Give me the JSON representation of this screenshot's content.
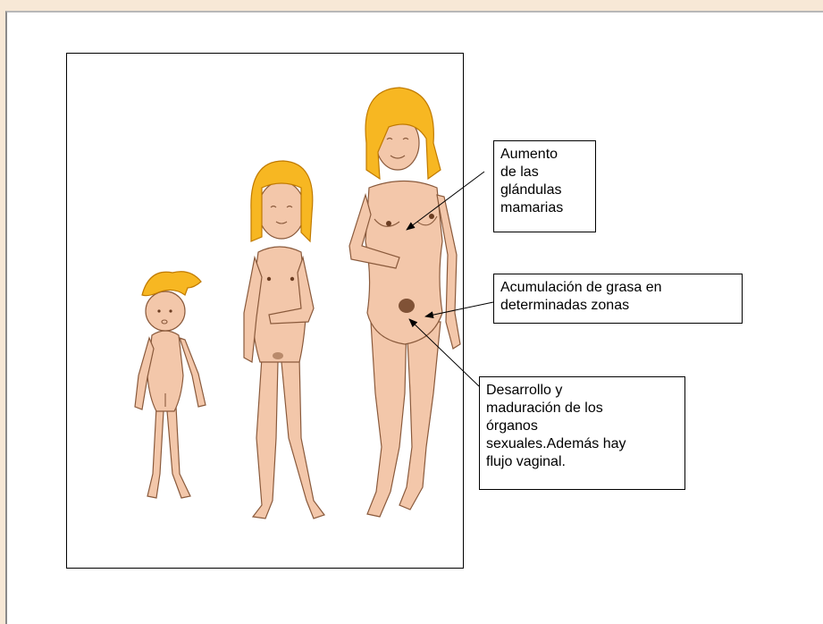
{
  "labels": {
    "mammary": "Aumento\nde las\nglándulas\nmamarias",
    "fat": "Acumulación de grasa en\ndeterminadas zonas",
    "organs": "Desarrollo y\nmaduración de los\nórganos\nsexuales.Además hay\nflujo vaginal."
  },
  "colors": {
    "skin": "#f3c7aa",
    "skin_outline": "#8a5a3c",
    "hair": "#f7b722",
    "hair_outline": "#c07a00",
    "background": "#f7e8d6"
  },
  "figures": [
    "child",
    "girl",
    "woman"
  ]
}
